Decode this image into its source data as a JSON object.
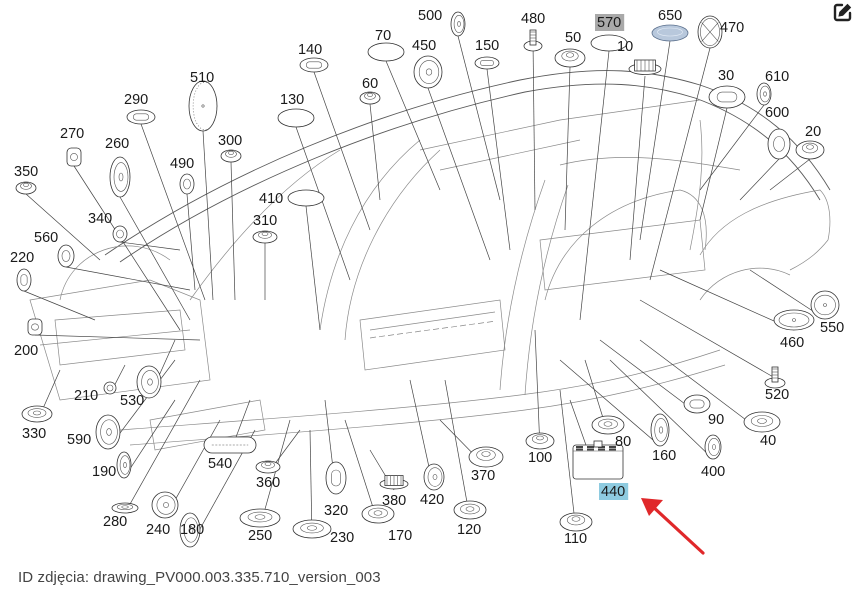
{
  "caption": {
    "prefix": "ID zdjęcia:",
    "value": "drawing_PV000.003.335.710_version_003"
  },
  "edit_icon": "edit-pencil-square-icon",
  "colors": {
    "highlight_grey": "#a9a9a9",
    "highlight_blue": "#8ecbe0",
    "part_650_fill": "#b8c8dc",
    "arrow_red": "#e0282a"
  },
  "diagram": {
    "subject": "Car body-in-white exploded view with plugs/grommets",
    "highlighted_labels": [
      {
        "label": "570",
        "style": "grey"
      },
      {
        "label": "440",
        "style": "blue"
      }
    ],
    "arrow_target": "440",
    "parts": [
      {
        "label": "10"
      },
      {
        "label": "20"
      },
      {
        "label": "30"
      },
      {
        "label": "40"
      },
      {
        "label": "50"
      },
      {
        "label": "60"
      },
      {
        "label": "70"
      },
      {
        "label": "80"
      },
      {
        "label": "90"
      },
      {
        "label": "100"
      },
      {
        "label": "110"
      },
      {
        "label": "120"
      },
      {
        "label": "130"
      },
      {
        "label": "140"
      },
      {
        "label": "150"
      },
      {
        "label": "160"
      },
      {
        "label": "170"
      },
      {
        "label": "180"
      },
      {
        "label": "190"
      },
      {
        "label": "200"
      },
      {
        "label": "210"
      },
      {
        "label": "220"
      },
      {
        "label": "230"
      },
      {
        "label": "240"
      },
      {
        "label": "250"
      },
      {
        "label": "260"
      },
      {
        "label": "270"
      },
      {
        "label": "280"
      },
      {
        "label": "290"
      },
      {
        "label": "300"
      },
      {
        "label": "310"
      },
      {
        "label": "320"
      },
      {
        "label": "330"
      },
      {
        "label": "340"
      },
      {
        "label": "350"
      },
      {
        "label": "360"
      },
      {
        "label": "370"
      },
      {
        "label": "380"
      },
      {
        "label": "400"
      },
      {
        "label": "410"
      },
      {
        "label": "420"
      },
      {
        "label": "440"
      },
      {
        "label": "450"
      },
      {
        "label": "460"
      },
      {
        "label": "470"
      },
      {
        "label": "480"
      },
      {
        "label": "490"
      },
      {
        "label": "500"
      },
      {
        "label": "510"
      },
      {
        "label": "520"
      },
      {
        "label": "530"
      },
      {
        "label": "540"
      },
      {
        "label": "550"
      },
      {
        "label": "560"
      },
      {
        "label": "570"
      },
      {
        "label": "590"
      },
      {
        "label": "600"
      },
      {
        "label": "610"
      },
      {
        "label": "650"
      }
    ]
  }
}
